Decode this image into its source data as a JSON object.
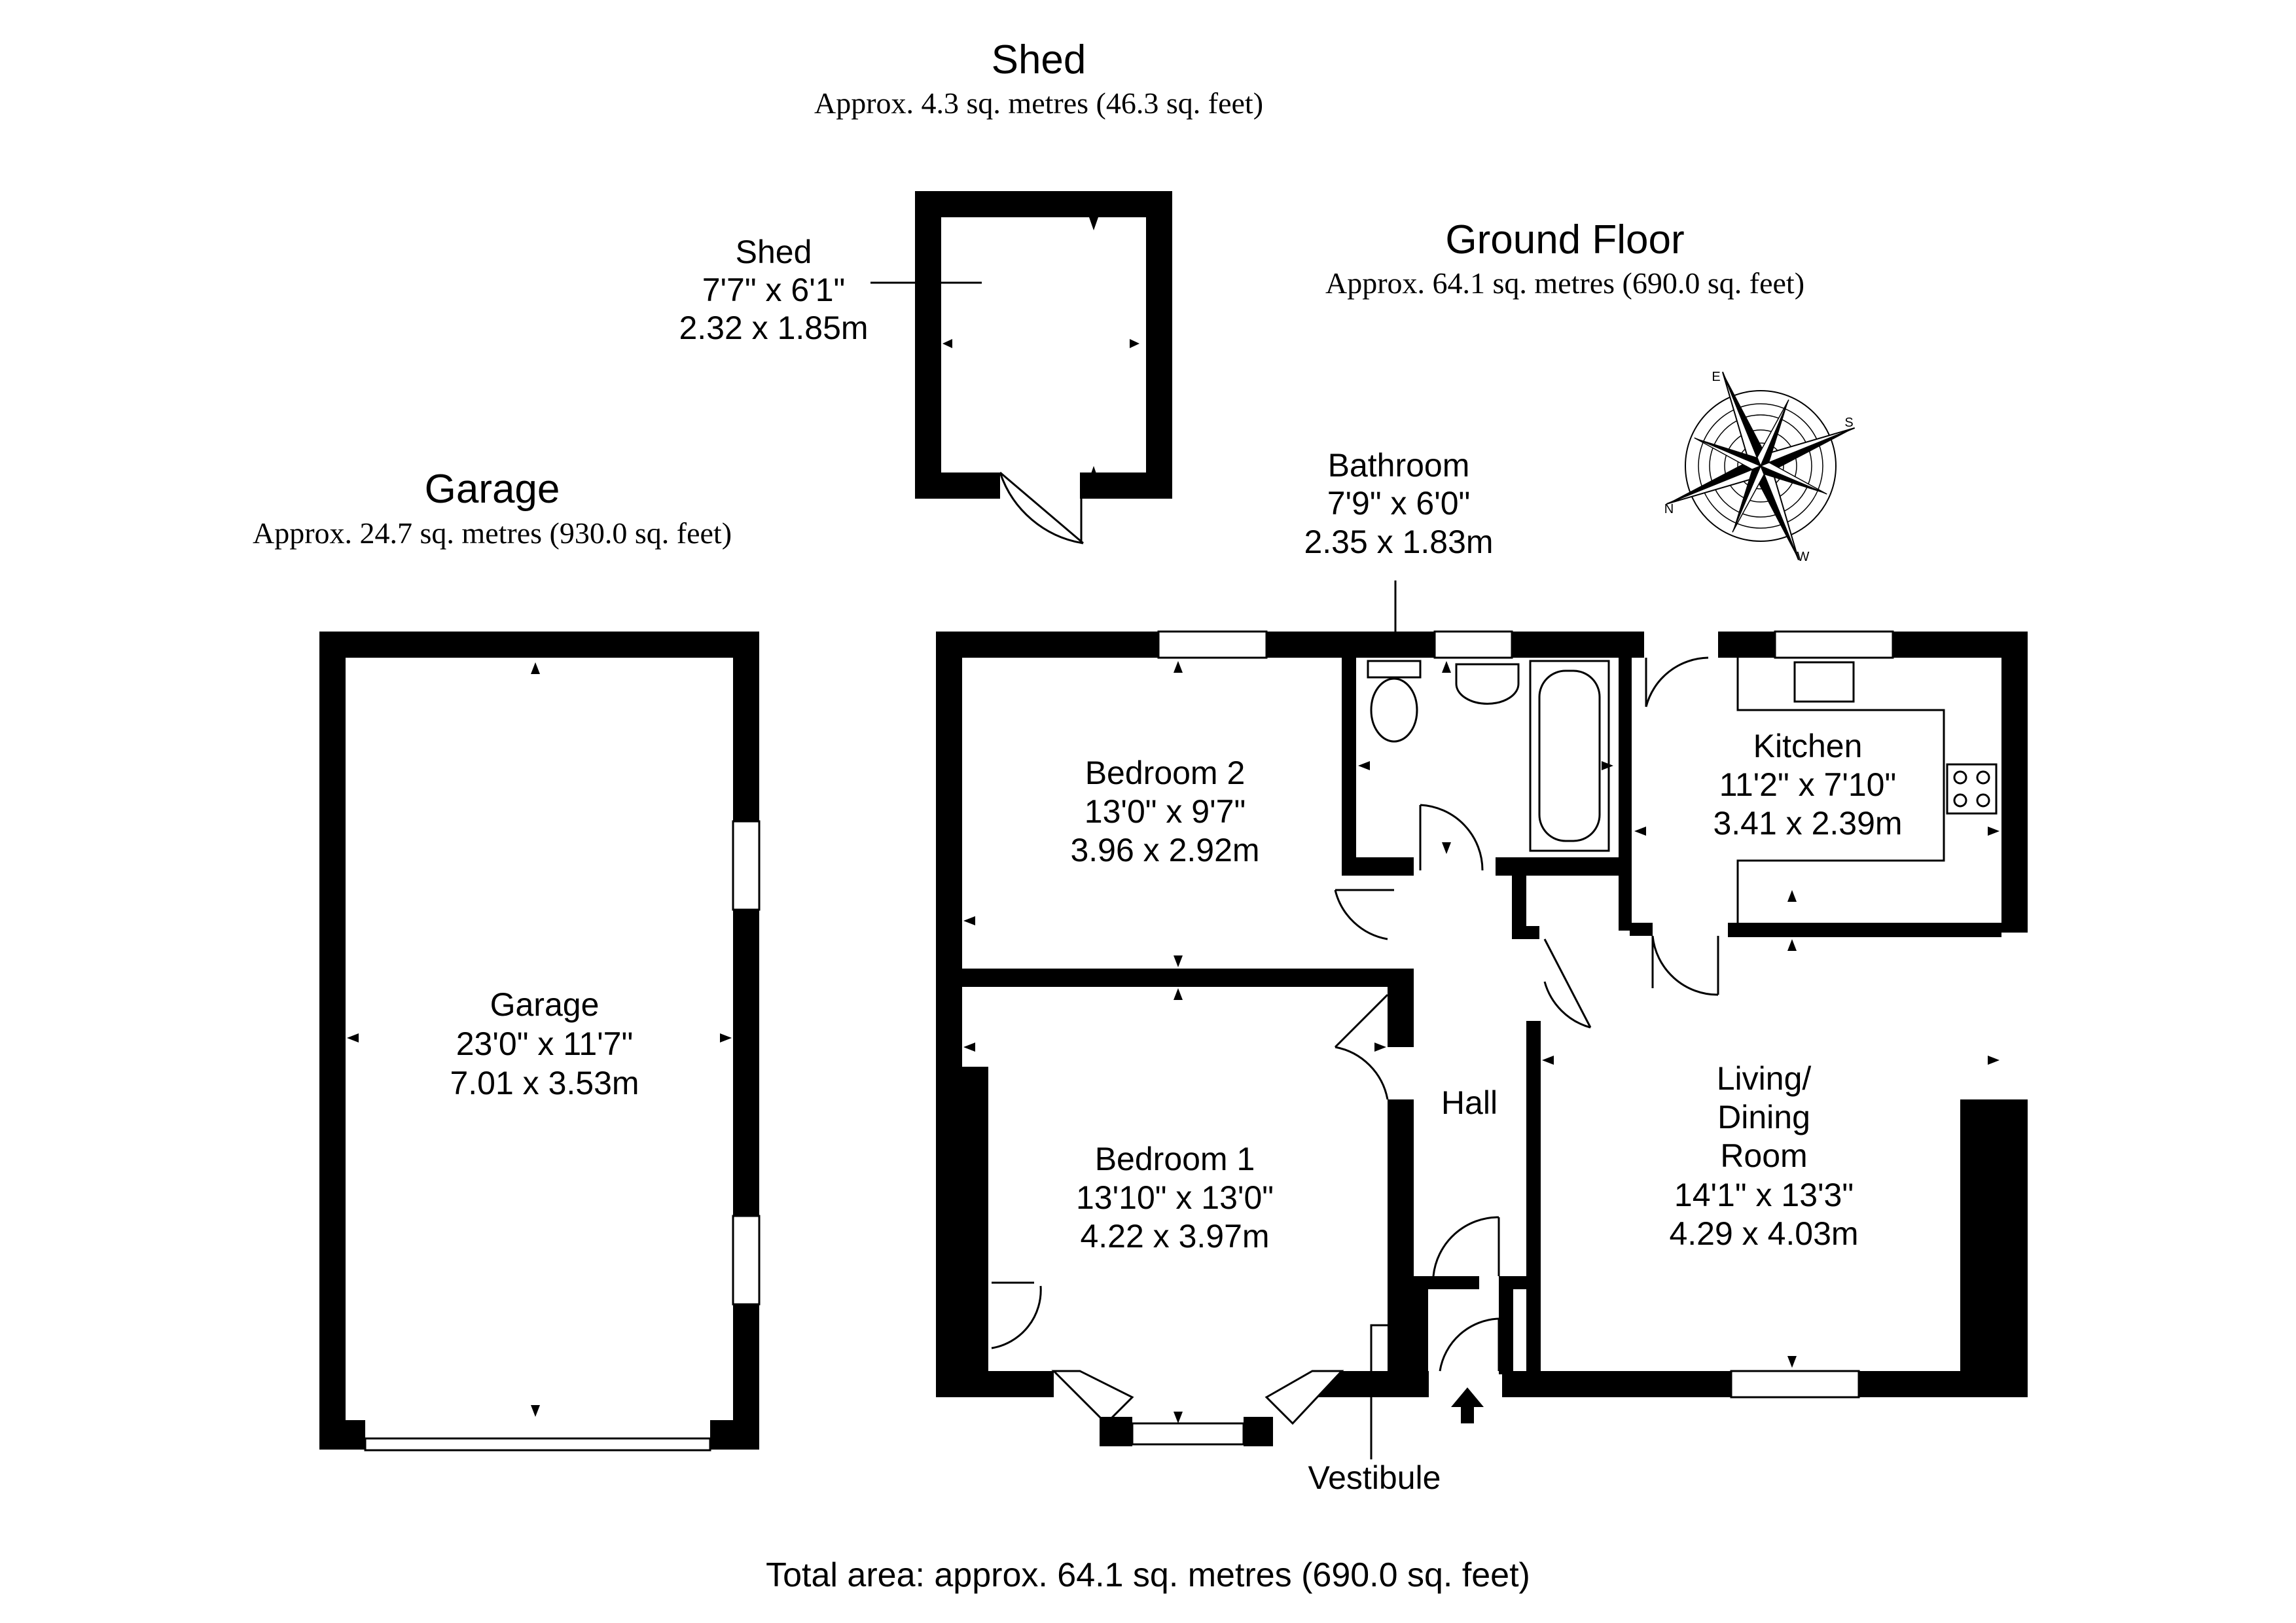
{
  "headings": {
    "shed": {
      "title": "Shed",
      "area": "Approx. 4.3 sq. metres (46.3 sq. feet)"
    },
    "ground_floor": {
      "title": "Ground Floor",
      "area": "Approx. 64.1 sq. metres (690.0 sq. feet)"
    },
    "garage": {
      "title": "Garage",
      "area": "Approx. 24.7 sq. metres (930.0 sq. feet)"
    }
  },
  "rooms": {
    "shed": {
      "name": "Shed",
      "imperial": "7'7\" x 6'1\"",
      "metric": "2.32 x 1.85m"
    },
    "bathroom": {
      "name": "Bathroom",
      "imperial": "7'9\" x 6'0\"",
      "metric": "2.35 x 1.83m"
    },
    "garage": {
      "name": "Garage",
      "imperial": "23'0\" x 11'7\"",
      "metric": "7.01 x 3.53m"
    },
    "bedroom2": {
      "name": "Bedroom 2",
      "imperial": "13'0\" x 9'7\"",
      "metric": "3.96 x 2.92m"
    },
    "kitchen": {
      "name": "Kitchen",
      "imperial": "11'2\" x 7'10\"",
      "metric": "3.41 x 2.39m"
    },
    "bedroom1": {
      "name": "Bedroom 1",
      "imperial": "13'10\" x 13'0\"",
      "metric": "4.22 x 3.97m"
    },
    "living": {
      "name_line1": "Living/",
      "name_line2": "Dining",
      "name_line3": "Room",
      "imperial": "14'1\" x 13'3\"",
      "metric": "4.29 x 4.03m"
    },
    "hall": {
      "name": "Hall"
    },
    "vestibule": {
      "name": "Vestibule"
    }
  },
  "compass": {
    "letters": [
      "E",
      "S",
      "W",
      "N"
    ]
  },
  "total": "Total area: approx. 64.1 sq. metres (690.0 sq. feet)",
  "colors": {
    "wall": "#000000",
    "background": "#ffffff"
  }
}
